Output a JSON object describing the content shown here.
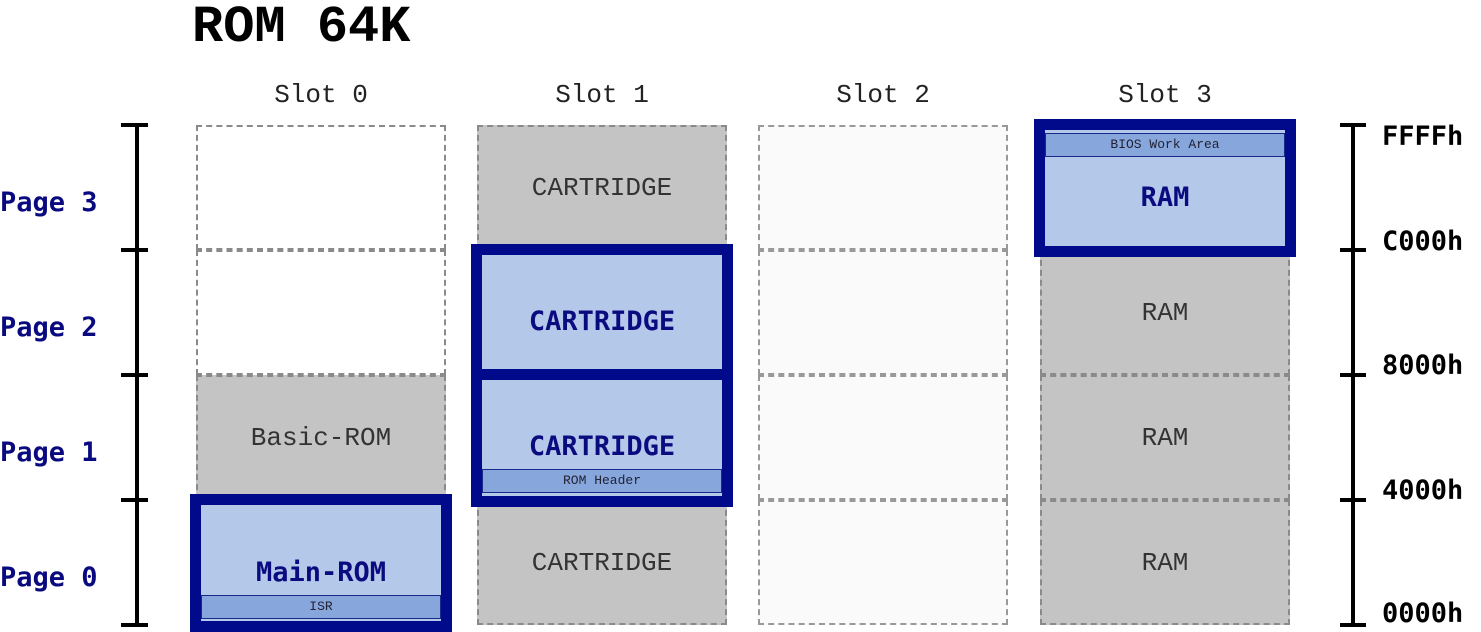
{
  "title": "ROM 64K",
  "slots": [
    "Slot 0",
    "Slot 1",
    "Slot 2",
    "Slot 3"
  ],
  "pages": [
    "Page 3",
    "Page 2",
    "Page 1",
    "Page 0"
  ],
  "addresses": [
    "FFFFh",
    "C000h",
    "8000h",
    "4000h",
    "0000h"
  ],
  "cells": {
    "slot0": {
      "page1": "Basic-ROM"
    },
    "slot1": {
      "page3": "CARTRIDGE",
      "page0": "CARTRIDGE"
    },
    "slot3": {
      "page2": "RAM",
      "page1": "RAM",
      "page0": "RAM"
    }
  },
  "highlights": {
    "main_rom": {
      "label": "Main-ROM",
      "bar": "ISR"
    },
    "cartridge_p2": {
      "label": "CARTRIDGE"
    },
    "cartridge_p1": {
      "label": "CARTRIDGE",
      "bar": "ROM Header"
    },
    "ram_p3": {
      "label": "RAM",
      "bar": "BIOS Work Area"
    }
  },
  "colors": {
    "highlight_border": "#000a8a",
    "highlight_fill": "#b4c8ea",
    "bar_fill": "#86a6dc",
    "page_label": "#0a0a80",
    "inactive_fill": "#c4c4c4"
  }
}
